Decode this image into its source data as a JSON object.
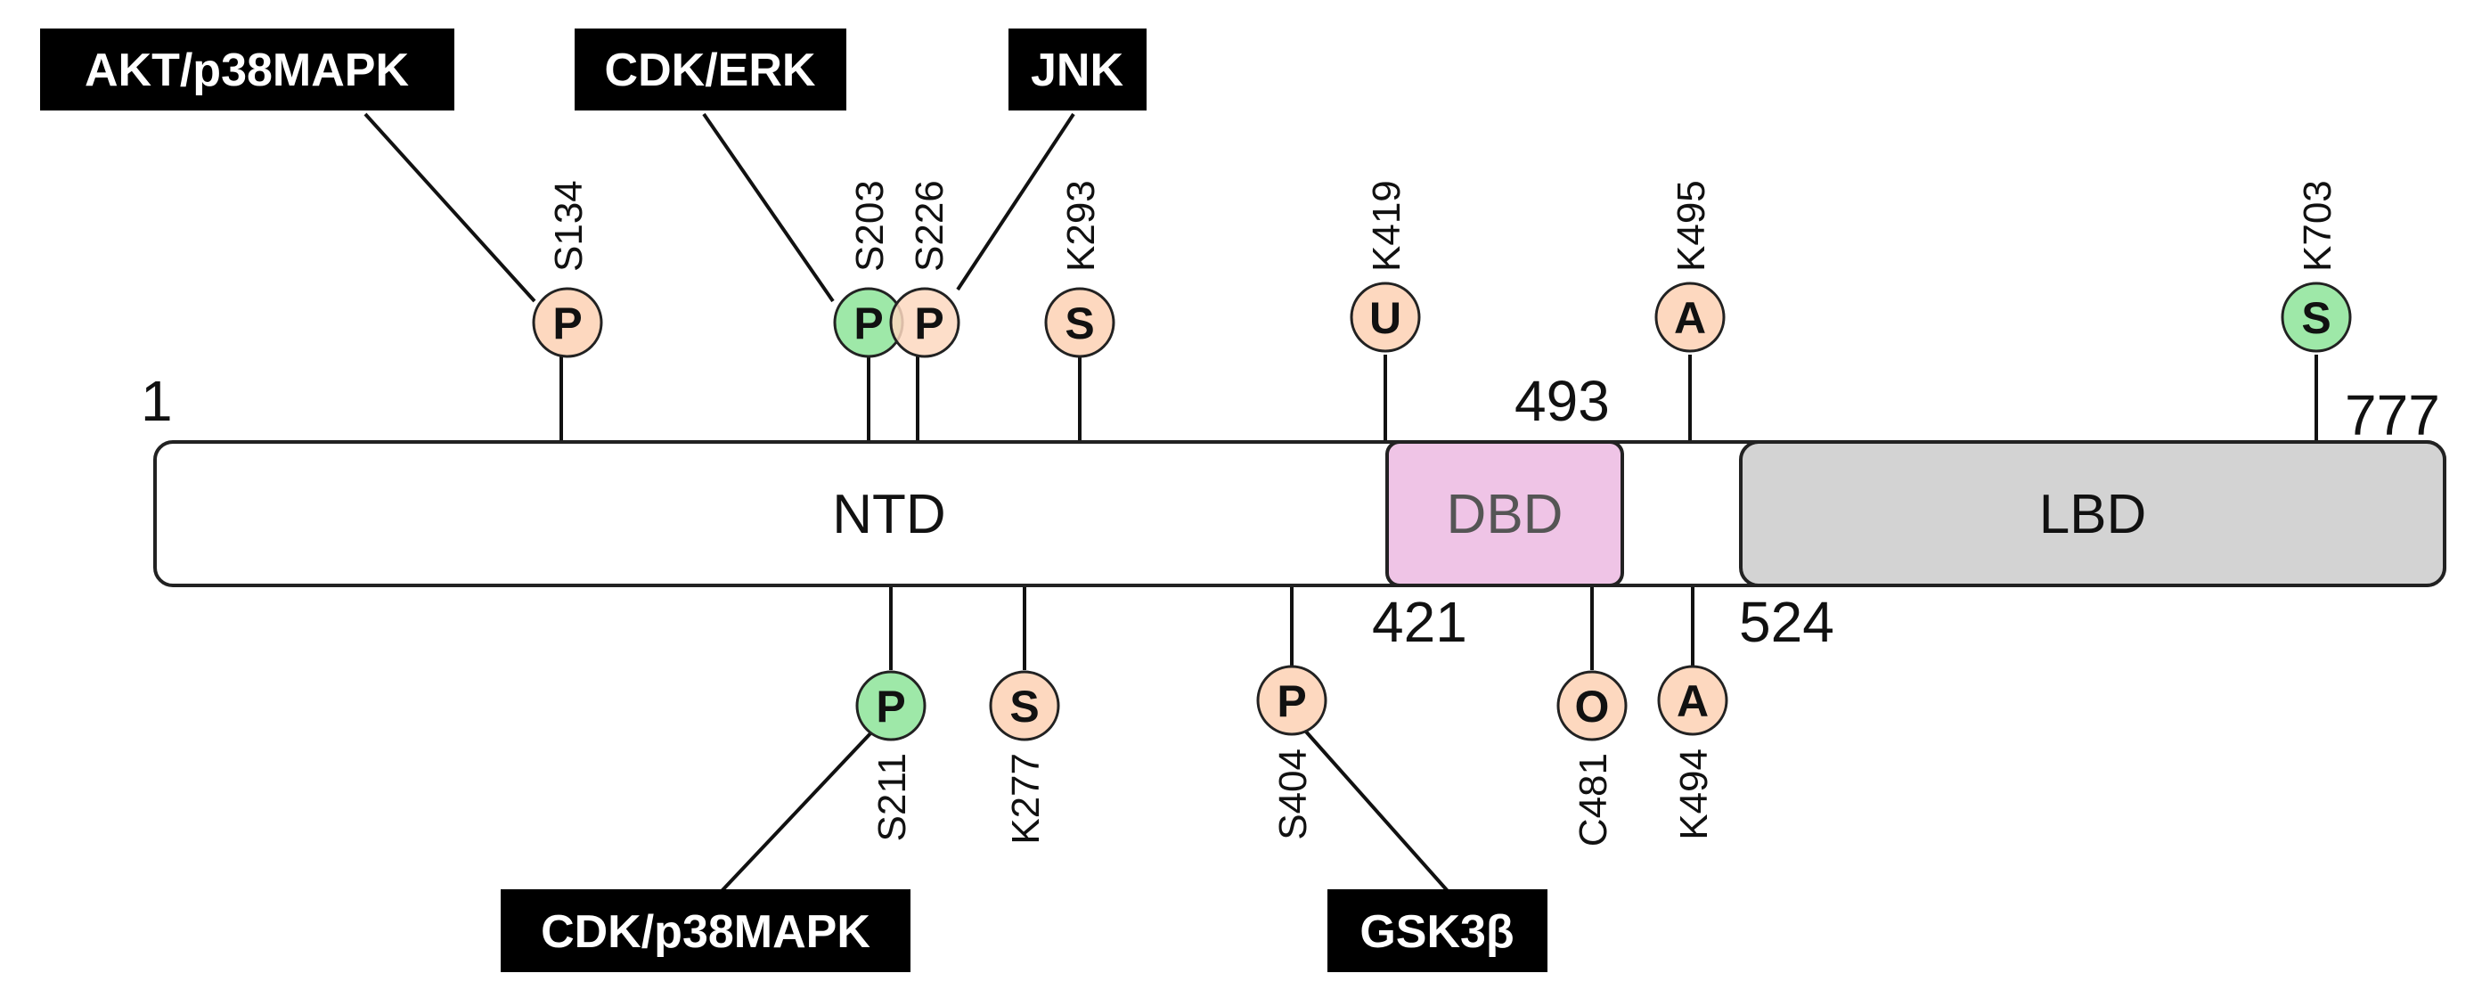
{
  "colors": {
    "orange": "#fdd8bf",
    "green": "#9ee8a8",
    "ntd": "#ffffff",
    "dbd": "#efc4e6",
    "lbd": "#d3d3d3",
    "kinase_bg": "#000000"
  },
  "numbers": {
    "start": "1",
    "end": "777",
    "n493": "493",
    "n421": "421",
    "n524": "524"
  },
  "domains": {
    "ntd": "NTD",
    "dbd": "DBD",
    "lbd": "LBD"
  },
  "sites_top": [
    {
      "residue": "S134",
      "mark": "P",
      "color": "orange"
    },
    {
      "residue": "S203",
      "mark": "P",
      "color": "green"
    },
    {
      "residue": "S226",
      "mark": "P",
      "color": "orange"
    },
    {
      "residue": "K293",
      "mark": "S",
      "color": "orange"
    },
    {
      "residue": "K419",
      "mark": "U",
      "color": "orange"
    },
    {
      "residue": "K495",
      "mark": "A",
      "color": "orange"
    },
    {
      "residue": "K703",
      "mark": "S",
      "color": "green"
    }
  ],
  "sites_bottom": [
    {
      "residue": "S211",
      "mark": "P",
      "color": "green"
    },
    {
      "residue": "K277",
      "mark": "S",
      "color": "orange"
    },
    {
      "residue": "S404",
      "mark": "P",
      "color": "orange"
    },
    {
      "residue": "C481",
      "mark": "O",
      "color": "orange"
    },
    {
      "residue": "K494",
      "mark": "A",
      "color": "orange"
    }
  ],
  "kinases": {
    "akt": "AKT/p38MAPK",
    "cdk_erk": "CDK/ERK",
    "jnk": "JNK",
    "cdk_p38": "CDK/p38MAPK",
    "gsk": "GSK3β"
  }
}
